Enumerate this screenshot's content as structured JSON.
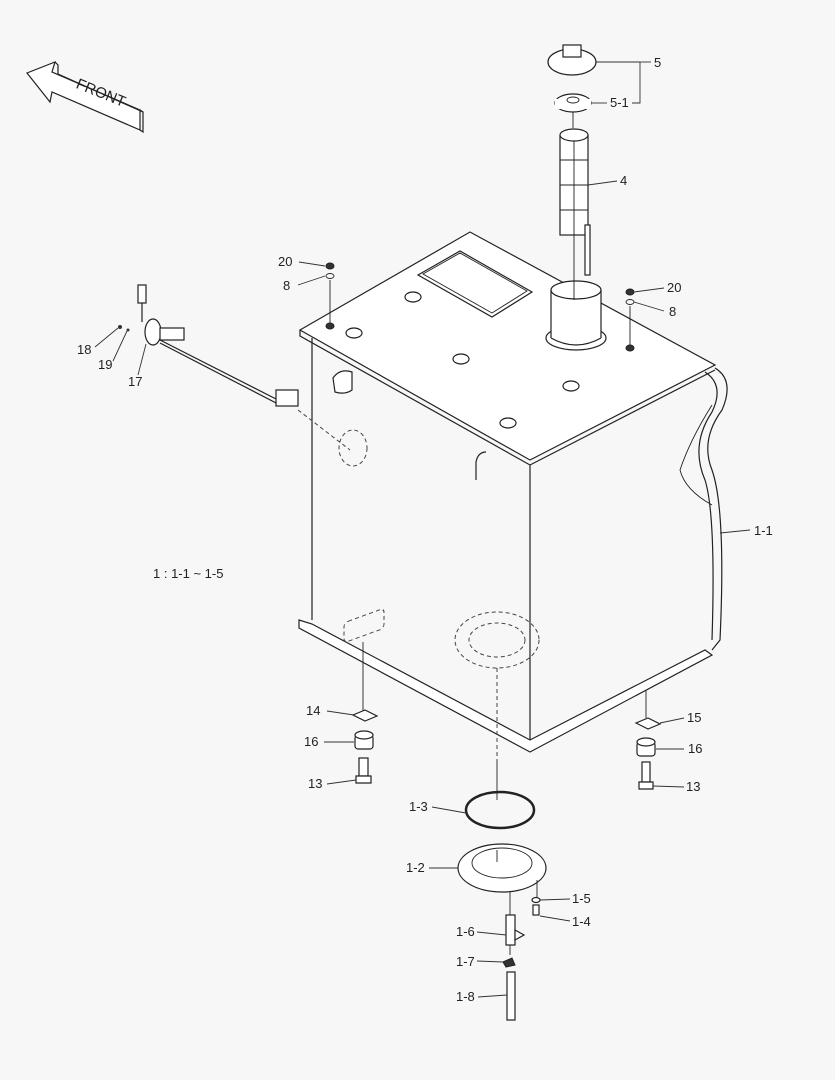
{
  "diagram": {
    "type": "exploded parts diagram",
    "subject": "tank assembly",
    "background": "#f7f7f7",
    "line_color": "#222222",
    "front_arrow": {
      "text": "FRONT",
      "icon": "front-direction-arrow"
    },
    "note": "1 : 1-1 ~ 1-5",
    "callouts": [
      {
        "id": "5",
        "text": "5",
        "part": "cap"
      },
      {
        "id": "5-1",
        "text": "5-1",
        "part": "cap seal ring"
      },
      {
        "id": "4",
        "text": "4",
        "part": "strainer"
      },
      {
        "id": "20a",
        "text": "20",
        "part": "plug (left)"
      },
      {
        "id": "8a",
        "text": "8",
        "part": "o-ring (left)"
      },
      {
        "id": "20b",
        "text": "20",
        "part": "plug (right)"
      },
      {
        "id": "8b",
        "text": "8",
        "part": "o-ring (right)"
      },
      {
        "id": "18",
        "text": "18",
        "part": "screw"
      },
      {
        "id": "19",
        "text": "19",
        "part": "washer"
      },
      {
        "id": "17",
        "text": "17",
        "part": "level sensor"
      },
      {
        "id": "1-1",
        "text": "1-1",
        "part": "tank body"
      },
      {
        "id": "14",
        "text": "14",
        "part": "shim plate (left)"
      },
      {
        "id": "16a",
        "text": "16",
        "part": "spacer (left)"
      },
      {
        "id": "13a",
        "text": "13",
        "part": "bolt (left)"
      },
      {
        "id": "15",
        "text": "15",
        "part": "shim plate (right)"
      },
      {
        "id": "16b",
        "text": "16",
        "part": "spacer (right)"
      },
      {
        "id": "13b",
        "text": "13",
        "part": "bolt (right)"
      },
      {
        "id": "1-3",
        "text": "1-3",
        "part": "o-ring"
      },
      {
        "id": "1-2",
        "text": "1-2",
        "part": "cover flange"
      },
      {
        "id": "1-5",
        "text": "1-5",
        "part": "washer"
      },
      {
        "id": "1-4",
        "text": "1-4",
        "part": "bolt"
      },
      {
        "id": "1-6",
        "text": "1-6",
        "part": "drain valve"
      },
      {
        "id": "1-7",
        "text": "1-7",
        "part": "cap"
      },
      {
        "id": "1-8",
        "text": "1-8",
        "part": "hose"
      }
    ]
  }
}
